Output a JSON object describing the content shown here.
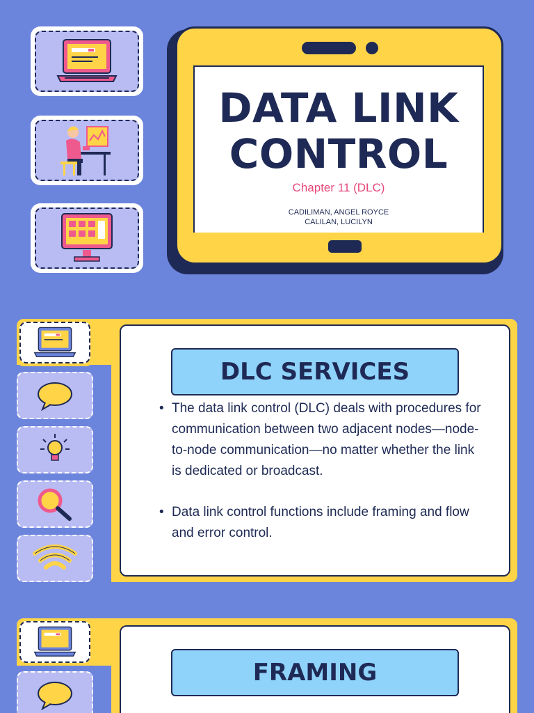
{
  "hero": {
    "title_line1": "DATA LINK",
    "title_line2": "CONTROL",
    "chapter": "Chapter 11 (DLC)",
    "author1": "CADILIMAN, ANGEL ROYCE",
    "author2": "CALILAN, LUCILYN"
  },
  "sections": [
    {
      "heading": "DLC SERVICES",
      "bullets": [
        "The data link control (DLC) deals with procedures for communication between two adjacent nodes—node-to-node communication—no matter whether the link is dedicated or broadcast.",
        " Data link control functions include framing and flow and error control."
      ]
    },
    {
      "heading": "FRAMING"
    }
  ],
  "icons": {
    "tile1": "laptop-icon",
    "tile2": "person-at-desk-icon",
    "tile3": "monitor-icon",
    "side1": "laptop-icon",
    "side2": "speech-bubble-icon",
    "side3": "lightbulb-icon",
    "side4": "magnifier-icon",
    "side5": "wifi-icon"
  },
  "colors": {
    "background": "#6b84dc",
    "yellow": "#ffd447",
    "navy": "#1e2a55",
    "pink": "#e8477a",
    "light_blue": "#8fd3fb",
    "lavender": "#b9bcf2"
  }
}
